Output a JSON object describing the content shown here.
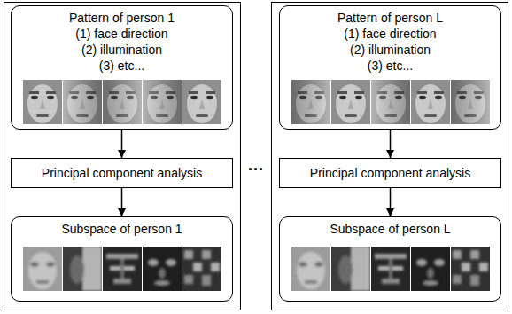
{
  "diagram": {
    "nodes": [
      {
        "text": [
          "Pattern of person 1",
          "(1) face direction",
          "(2) illumination",
          "(3) etc..."
        ]
      },
      {
        "text": [
          "Principal component analysis"
        ]
      },
      {
        "text": [
          "Subspace of person 1"
        ]
      },
      {
        "text": [
          "Pattern of person L",
          "(1) face direction",
          "(2) illumination",
          "(3) etc..."
        ]
      },
      {
        "text": [
          "Principal component analysis"
        ]
      },
      {
        "text": [
          "Subspace of person L"
        ]
      }
    ],
    "edges": [
      {
        "from": 0,
        "to": 1,
        "arrow": "to"
      },
      {
        "from": 1,
        "to": 2,
        "arrow": "to"
      },
      {
        "from": 3,
        "to": 4,
        "arrow": "to"
      },
      {
        "from": 4,
        "to": 5,
        "arrow": "to"
      }
    ],
    "labels": [
      "..."
    ]
  }
}
